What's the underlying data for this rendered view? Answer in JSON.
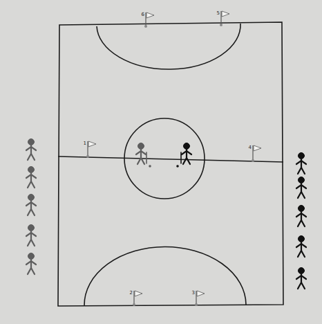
{
  "diagram": {
    "labels": [
      "6",
      "5",
      "1",
      "4",
      "2",
      "3"
    ]
  }
}
